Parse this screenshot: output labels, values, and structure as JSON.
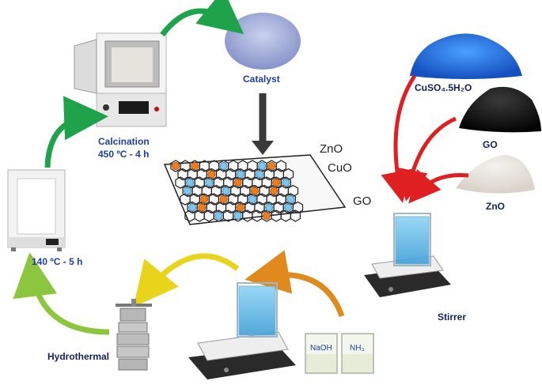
{
  "labels": {
    "catalyst": "Catalyst",
    "calcination_1": "Calcination",
    "calcination_2": "450 ºC - 4 h",
    "cuso4": "CuSO₄.5H₂O",
    "go": "GO",
    "zno": "ZnO",
    "temp_time": "140 ºC - 5 h",
    "stirrer": "Stirrer",
    "hydrothermal": "Hydrothermal",
    "naoh": "NaOH",
    "nh3": "NH₃"
  },
  "schematic_labels": {
    "zno": "ZnO",
    "cuo": "CuO",
    "go": "GO"
  },
  "colors": {
    "label_blue": "#1f3fa0",
    "arrow_green": "#1ea34a",
    "arrow_red": "#e02020",
    "arrow_orange": "#e08a1e",
    "arrow_yellow": "#e8d41a",
    "arrow_lightgreen": "#8cc63f",
    "cuo_orange": "#f07c1a",
    "zno_blue": "#7fc6ec",
    "cuso4_blue": "#2a6fd8"
  },
  "icons": [
    "furnace-icon",
    "oven-icon",
    "autoclave-icon",
    "hotplate-stirrer-icon",
    "beaker-icon",
    "powder-pile-icon",
    "graphene-sheet-icon"
  ]
}
